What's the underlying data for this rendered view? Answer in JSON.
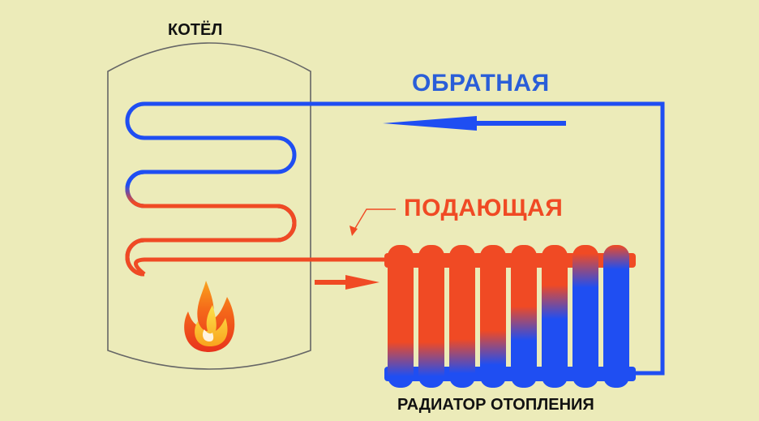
{
  "labels": {
    "boiler": "КОТЁЛ",
    "return_line": "ОБРАТНАЯ",
    "supply_line": "ПОДАЮЩАЯ",
    "radiator": "РАДИАТОР ОТОПЛЕНИЯ"
  },
  "colors": {
    "background": "#ecebb9",
    "hot": "#f04a24",
    "cold": "#1f4ef2",
    "outline": "#666666",
    "text": "#111111"
  },
  "radiator": {
    "section_count": 8,
    "sections": [
      {
        "hot_fraction": 0.8
      },
      {
        "hot_fraction": 0.8
      },
      {
        "hot_fraction": 0.78
      },
      {
        "hot_fraction": 0.72
      },
      {
        "hot_fraction": 0.55
      },
      {
        "hot_fraction": 0.4
      },
      {
        "hot_fraction": 0.18
      },
      {
        "hot_fraction": 0.05
      }
    ]
  }
}
